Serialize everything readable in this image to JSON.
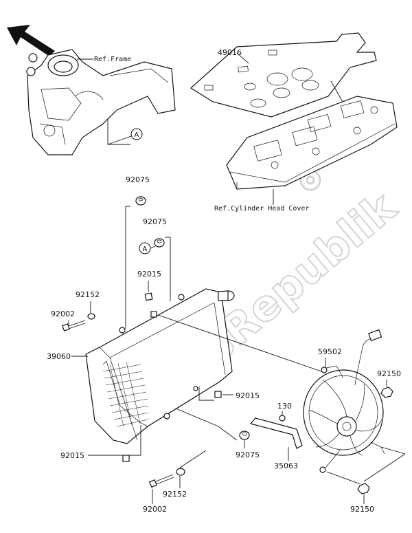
{
  "refs": {
    "frame": "Ref.Frame",
    "cover": "Ref.Cylinder Head Cover"
  },
  "callout_a": "A",
  "watermark": "PartsRepublik",
  "parts": {
    "p49016": "49016",
    "p92075_top": "92075",
    "p92075_mid": "92075",
    "p92075_low": "92075",
    "p92015_top": "92015",
    "p92015_right": "92015",
    "p92015_bottom": "92015",
    "p92152_left": "92152",
    "p92152_bottom": "92152",
    "p92002_left": "92002",
    "p92002_bottom": "92002",
    "p39060": "39060",
    "p59502": "59502",
    "p92150_top": "92150",
    "p92150_bottom": "92150",
    "p130": "130",
    "p35063": "35063"
  },
  "colors": {
    "ink": "#111111",
    "watermark": "#d4d4d4"
  }
}
